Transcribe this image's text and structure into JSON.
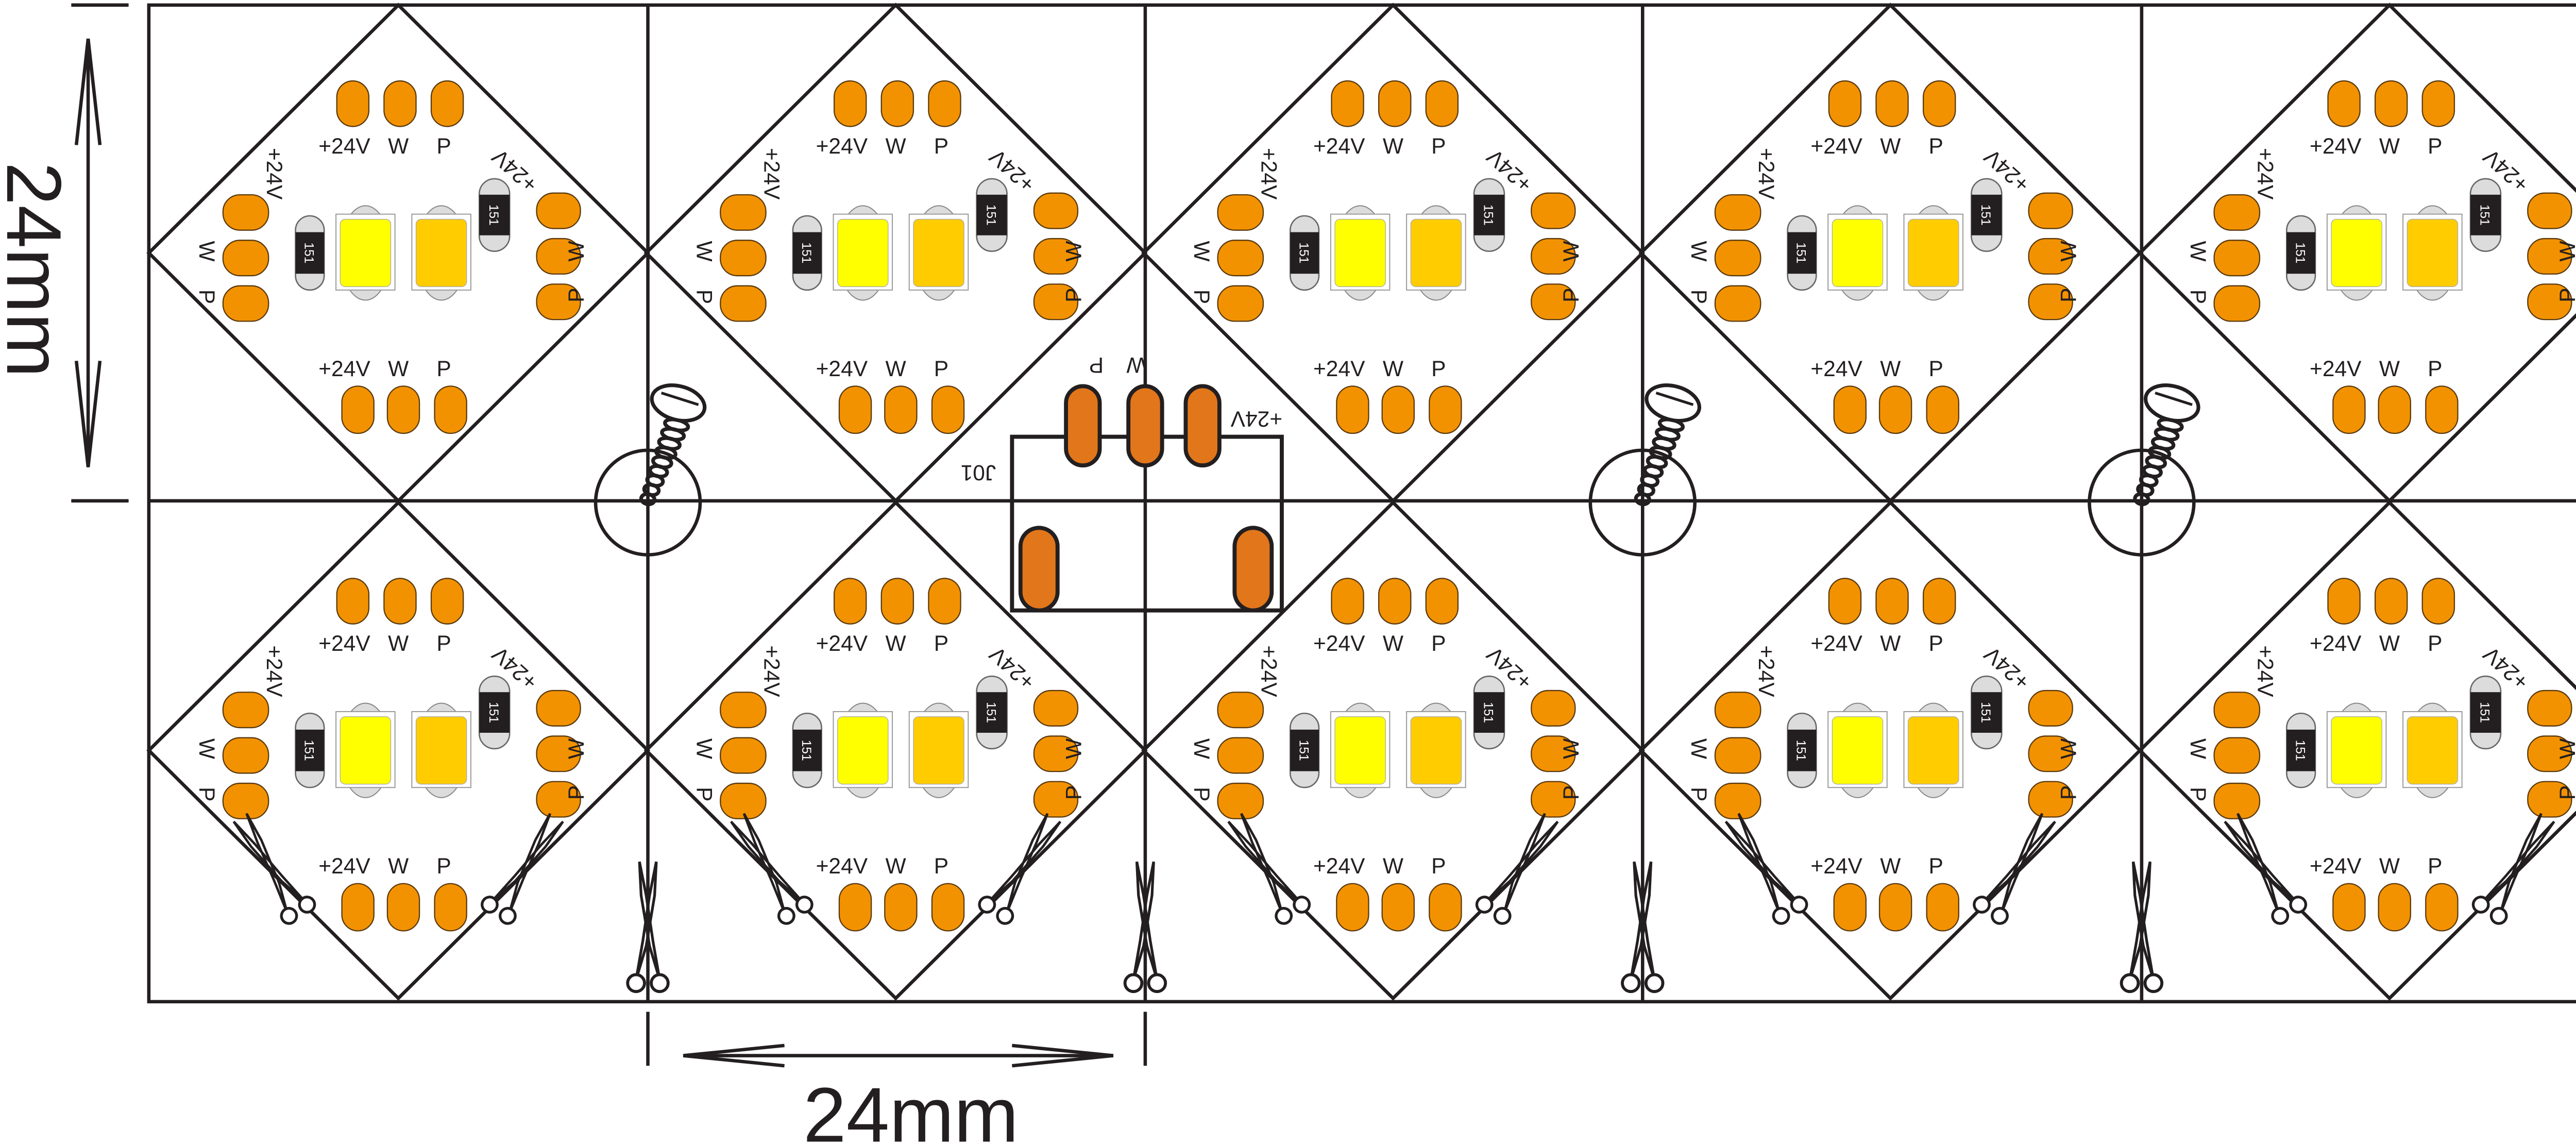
{
  "dimensions": {
    "vertical_label": "24mm",
    "horizontal_label": "24mm"
  },
  "module": {
    "pad_labels": {
      "power": "+24V",
      "warm": "W",
      "pink": "P"
    },
    "resistor_code": "151"
  },
  "jumper": {
    "ref": "J01",
    "labels": {
      "power": "+24V",
      "warm": "W",
      "pink": "P"
    }
  },
  "colors": {
    "pad": "#f39200",
    "jumper_pad": "#e2761b",
    "led_white": "#ffff00",
    "led_warm": "#ffcc00",
    "outline": "#231f20"
  }
}
